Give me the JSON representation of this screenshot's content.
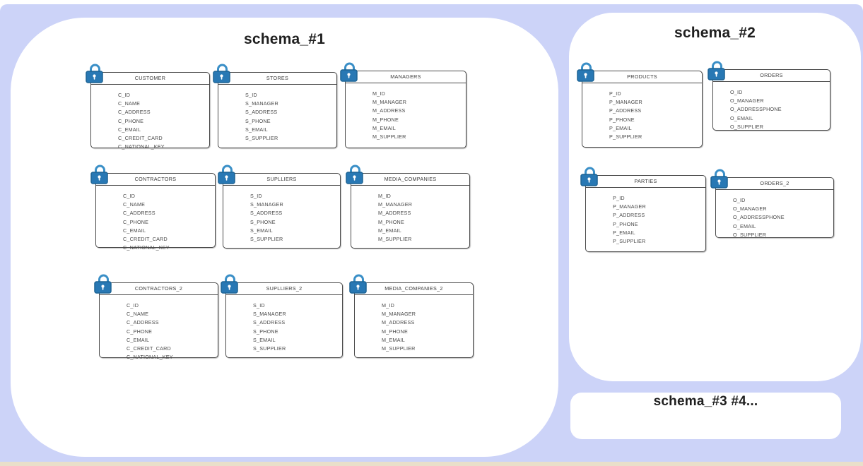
{
  "canvas": {
    "surface_color": "#ccd3f8",
    "panel_color": "#ffffff",
    "bottom_strip_color": "#e9dfca",
    "lock_icon_color": "#2878b4"
  },
  "schemas": [
    {
      "title": "schema_#1",
      "tables": [
        {
          "name": "CUSTOMER",
          "fields": [
            "C_ID",
            "C_NAME",
            "C_ADDRESS",
            "C_PHONE",
            "C_EMAIL",
            "C_CREDIT_CARD",
            "C_NATIONAL_KEY"
          ]
        },
        {
          "name": "STORES",
          "fields": [
            "S_ID",
            "S_MANAGER",
            "S_ADDRESS",
            "S_PHONE",
            "S_EMAIL",
            "S_SUPPLIER"
          ]
        },
        {
          "name": "MANAGERS",
          "fields": [
            "M_ID",
            "M_MANAGER",
            "M_ADDRESS",
            "M_PHONE",
            "M_EMAIL",
            "M_SUPPLIER"
          ]
        },
        {
          "name": "CONTRACTORS",
          "fields": [
            "C_ID",
            "C_NAME",
            "C_ADDRESS",
            "C_PHONE",
            "C_EMAIL",
            "C_CREDIT_CARD",
            "C_NATIONAL_KEY"
          ]
        },
        {
          "name": "SUPLLIERS",
          "fields": [
            "S_ID",
            "S_MANAGER",
            "S_ADDRESS",
            "S_PHONE",
            "S_EMAIL",
            "S_SUPPLIER"
          ]
        },
        {
          "name": "MEDIA_COMPANIES",
          "fields": [
            "M_ID",
            "M_MANAGER",
            "M_ADDRESS",
            "M_PHONE",
            "M_EMAIL",
            "M_SUPPLIER"
          ]
        },
        {
          "name": "CONTRACTORS_2",
          "fields": [
            "C_ID",
            "C_NAME",
            "C_ADDRESS",
            "C_PHONE",
            "C_EMAIL",
            "C_CREDIT_CARD",
            "C_NATIONAL_KEY"
          ]
        },
        {
          "name": "SUPLLIERS_2",
          "fields": [
            "S_ID",
            "S_MANAGER",
            "S_ADDRESS",
            "S_PHONE",
            "S_EMAIL",
            "S_SUPPLIER"
          ]
        },
        {
          "name": "MEDIA_COMPANIES_2",
          "fields": [
            "M_ID",
            "M_MANAGER",
            "M_ADDRESS",
            "M_PHONE",
            "M_EMAIL",
            "M_SUPPLIER"
          ]
        }
      ]
    },
    {
      "title": "schema_#2",
      "tables": [
        {
          "name": "PRODUCTS",
          "fields": [
            "P_ID",
            "P_MANAGER",
            "P_ADDRESS",
            "P_PHONE",
            "P_EMAIL",
            "P_SUPPLIER"
          ]
        },
        {
          "name": "ORDERS",
          "fields": [
            "O_ID",
            "O_MANAGER",
            "O_ADDRESSPHONE",
            "O_EMAIL",
            "O_SUPPLIER"
          ]
        },
        {
          "name": "PARTIES",
          "fields": [
            "P_ID",
            "P_MANAGER",
            "P_ADDRESS",
            "P_PHONE",
            "P_EMAIL",
            "P_SUPPLIER"
          ]
        },
        {
          "name": "ORDERS_2",
          "fields": [
            "O_ID",
            "O_MANAGER",
            "O_ADDRESSPHONE",
            "O_EMAIL",
            "O_SUPPLIER"
          ]
        }
      ]
    },
    {
      "title": "schema_#3 #4...",
      "tables": []
    }
  ]
}
